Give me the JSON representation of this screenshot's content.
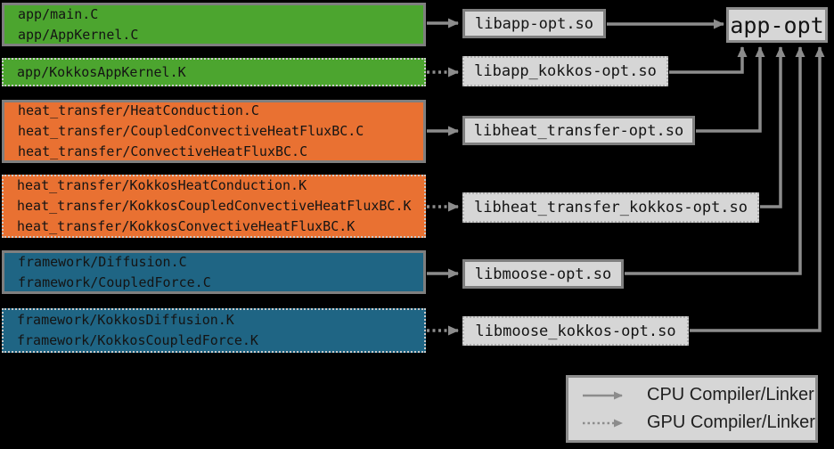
{
  "colors": {
    "background": "#000000",
    "app_green": "#4CA52F",
    "heat_transfer_orange": "#E97132",
    "framework_blue": "#1F6584",
    "box_fill_gray": "#D6D6D6",
    "arrow_gray": "#8C8C8C"
  },
  "source_boxes": [
    {
      "compiler": "cpu",
      "color": "#4CA52F",
      "files": [
        "app/main.C",
        "app/AppKernel.C"
      ]
    },
    {
      "compiler": "gpu",
      "color": "#4CA52F",
      "files": [
        "app/KokkosAppKernel.K"
      ]
    },
    {
      "compiler": "cpu",
      "color": "#E97132",
      "files": [
        "heat_transfer/HeatConduction.C",
        "heat_transfer/CoupledConvectiveHeatFluxBC.C",
        "heat_transfer/ConvectiveHeatFluxBC.C"
      ]
    },
    {
      "compiler": "gpu",
      "color": "#E97132",
      "files": [
        "heat_transfer/KokkosHeatConduction.K",
        "heat_transfer/KokkosCoupledConvectiveHeatFluxBC.K",
        "heat_transfer/KokkosConvectiveHeatFluxBC.K"
      ]
    },
    {
      "compiler": "cpu",
      "color": "#1F6584",
      "files": [
        "framework/Diffusion.C",
        "framework/CoupledForce.C"
      ]
    },
    {
      "compiler": "gpu",
      "color": "#1F6584",
      "files": [
        "framework/KokkosDiffusion.K",
        "framework/KokkosCoupledForce.K"
      ]
    }
  ],
  "libraries": [
    {
      "label": "libapp-opt.so",
      "compiler": "cpu"
    },
    {
      "label": "libapp_kokkos-opt.so",
      "compiler": "gpu"
    },
    {
      "label": "libheat_transfer-opt.so",
      "compiler": "cpu"
    },
    {
      "label": "libheat_transfer_kokkos-opt.so",
      "compiler": "gpu"
    },
    {
      "label": "libmoose-opt.so",
      "compiler": "cpu"
    },
    {
      "label": "libmoose_kokkos-opt.so",
      "compiler": "gpu"
    }
  ],
  "executable": {
    "label": "app-opt"
  },
  "legend": {
    "items": [
      {
        "arrow_style": "solid",
        "label": "CPU Compiler/Linker"
      },
      {
        "arrow_style": "dotted",
        "label": "GPU Compiler/Linker"
      }
    ]
  }
}
